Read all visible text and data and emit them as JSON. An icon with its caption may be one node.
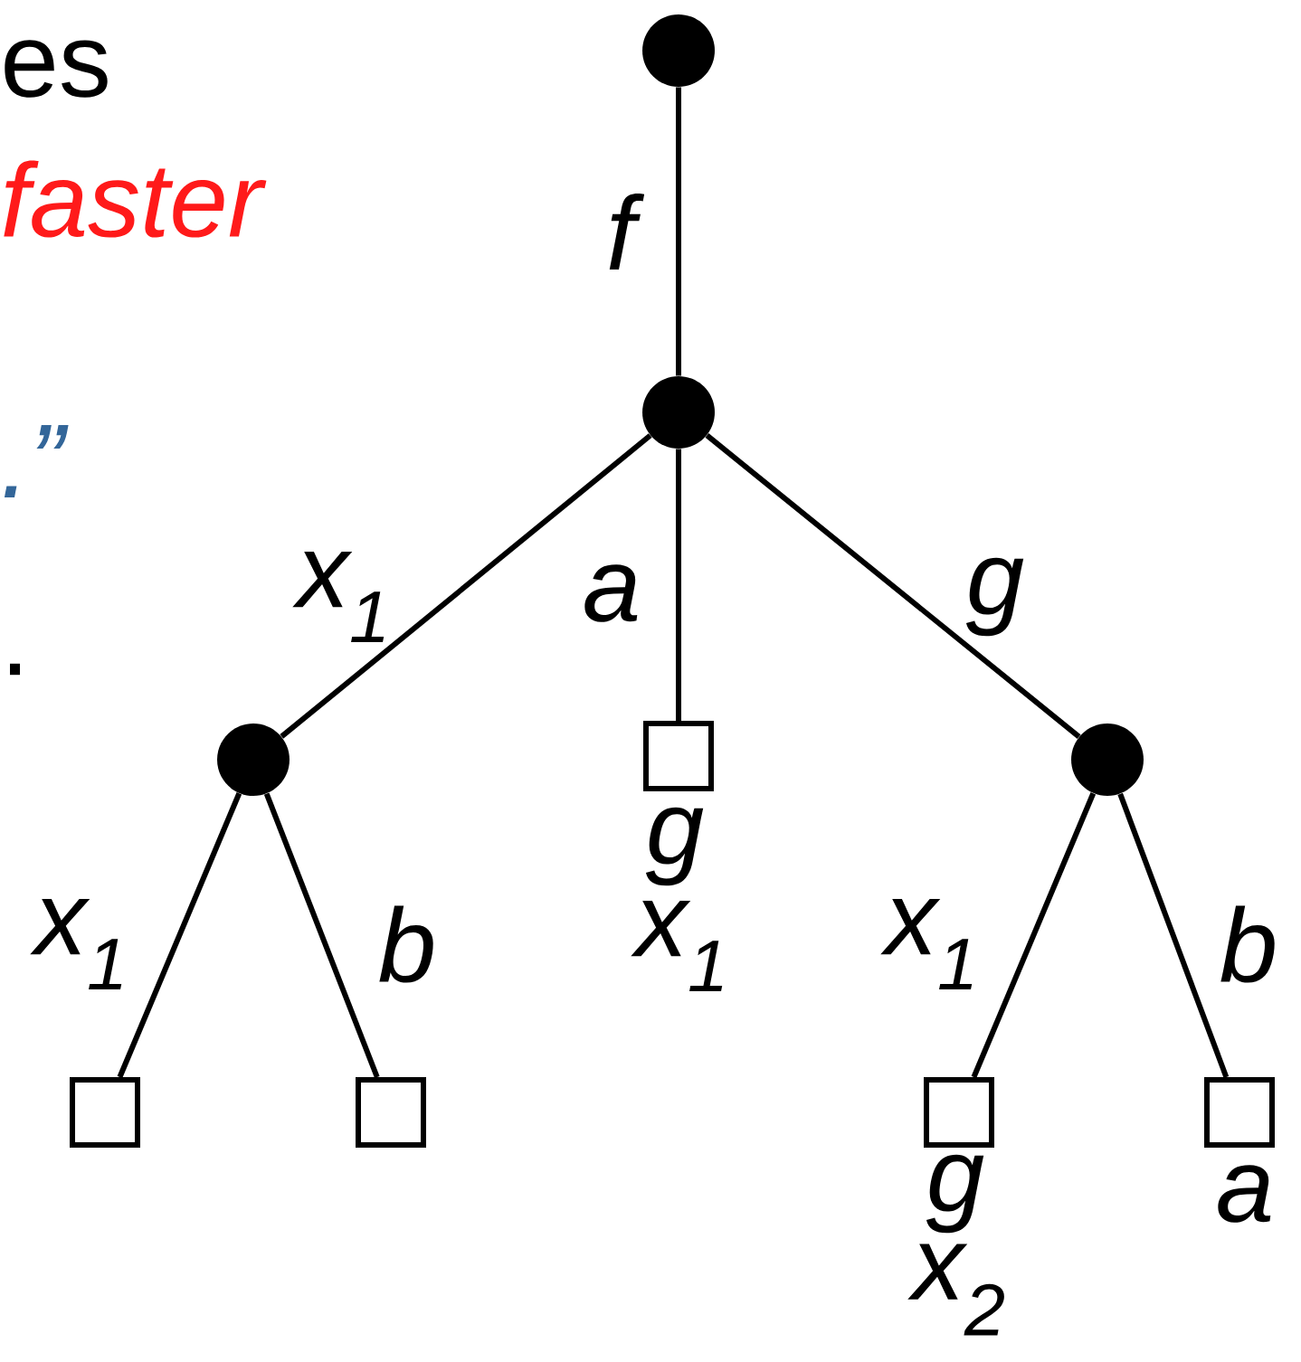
{
  "diagram": {
    "nodes": [
      {
        "text": [],
        "shape": "circle"
      },
      {
        "text": [],
        "shape": "circle"
      },
      {
        "text": [],
        "shape": "circle"
      },
      {
        "text": [],
        "shape": "circle"
      },
      {
        "text": [],
        "shape": "box"
      },
      {
        "text": [],
        "shape": "box"
      },
      {
        "text": [],
        "shape": "box",
        "beside": [
          "g",
          "x$_{1}$"
        ]
      },
      {
        "text": [],
        "shape": "box",
        "beside": [
          "g",
          "x$_{2}$"
        ]
      },
      {
        "text": [],
        "shape": "box",
        "beside": [
          "a"
        ]
      }
    ],
    "edges": [
      {
        "from": 0,
        "to": 1,
        "arrow": "none",
        "label": "f"
      },
      {
        "from": 1,
        "to": 2,
        "arrow": "none",
        "label": "x$_{1}$"
      },
      {
        "from": 1,
        "to": 6,
        "arrow": "none",
        "label": "a"
      },
      {
        "from": 1,
        "to": 3,
        "arrow": "none",
        "label": "g"
      },
      {
        "from": 2,
        "to": 4,
        "arrow": "none",
        "label": "x$_{1}$"
      },
      {
        "from": 2,
        "to": 5,
        "arrow": "none",
        "label": "b"
      },
      {
        "from": 3,
        "to": 7,
        "arrow": "none",
        "label": "x$_{1}$"
      },
      {
        "from": 3,
        "to": 8,
        "arrow": "none",
        "label": "b"
      }
    ],
    "labels": [
      "es",
      "faster",
      ".”",
      "."
    ]
  }
}
